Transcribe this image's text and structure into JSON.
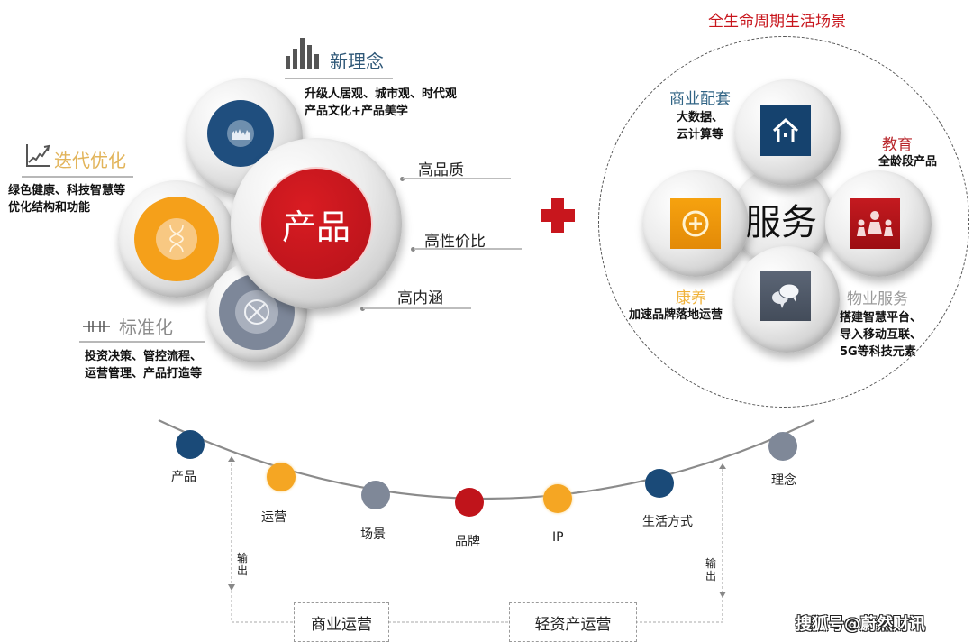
{
  "left_section": {
    "center": {
      "label": "产品",
      "color": "#c8161d"
    },
    "new_concept": {
      "title": "新理念",
      "title_color": "#2f5878",
      "icon": "bar-chart-icon",
      "desc_lines": [
        "升级人居观、城市观、时代观",
        "产品文化+产品美学"
      ],
      "disk_color": "#1f4e7e"
    },
    "iteration": {
      "title": "迭代优化",
      "title_color": "#e2b45a",
      "icon": "rising-line-chart-icon",
      "desc_lines": [
        "绿色健康、科技智慧等",
        "优化结构和功能"
      ],
      "disk_color": "#f5a01a"
    },
    "standardization": {
      "title": "标准化",
      "title_color": "#8a8a8a",
      "icon": "pipe-fitting-icon",
      "desc_lines": [
        "投资决策、管控流程、",
        "运营管理、产品打造等"
      ],
      "disk_color": "#7d8799"
    },
    "features": [
      {
        "label": "高品质"
      },
      {
        "label": "高性价比"
      },
      {
        "label": "高内涵"
      }
    ]
  },
  "plus_sign": {
    "icon": "plus-icon",
    "color": "#c8161d"
  },
  "right_section": {
    "title": "全生命周期生活场景",
    "title_color": "#c8161d",
    "center_label": "服务",
    "services": [
      {
        "key": "commerce",
        "title": "商业配套",
        "title_color": "#2f6384",
        "desc_lines": [
          "大数据、",
          "云计算等"
        ],
        "icon": "house-icon",
        "color": "#15426e"
      },
      {
        "key": "education",
        "title": "教育",
        "title_color": "#b8262b",
        "desc_lines": [
          "全龄段产品"
        ],
        "icon": "family-icon",
        "color": "#b01218"
      },
      {
        "key": "wellness",
        "title": "康养",
        "title_color": "#f0b23a",
        "desc_lines": [
          "加速品牌落地运营"
        ],
        "icon": "plus-circle-icon",
        "color": "#f09a0a"
      },
      {
        "key": "property",
        "title": "物业服务",
        "title_color": "#9a9a9a",
        "desc_lines": [
          "搭建智慧平台、",
          "导入移动互联、",
          "5G等科技元素"
        ],
        "icon": "chat-bubbles-icon",
        "color": "#4e5868"
      }
    ]
  },
  "timeline": {
    "nodes": [
      {
        "label": "产品",
        "color": "#1a4a78"
      },
      {
        "label": "运营",
        "color": "#f5a623"
      },
      {
        "label": "场景",
        "color": "#7f8898"
      },
      {
        "label": "品牌",
        "color": "#c0141b"
      },
      {
        "label": "IP",
        "color": "#f5a623"
      },
      {
        "label": "生活方式",
        "color": "#1a4a78"
      },
      {
        "label": "理念",
        "color": "#7f8898"
      }
    ],
    "output_label": "输出",
    "boxes": [
      {
        "label": "商业运营"
      },
      {
        "label": "轻资产运营"
      }
    ]
  },
  "watermark": "搜狐号@蔚然财讯"
}
